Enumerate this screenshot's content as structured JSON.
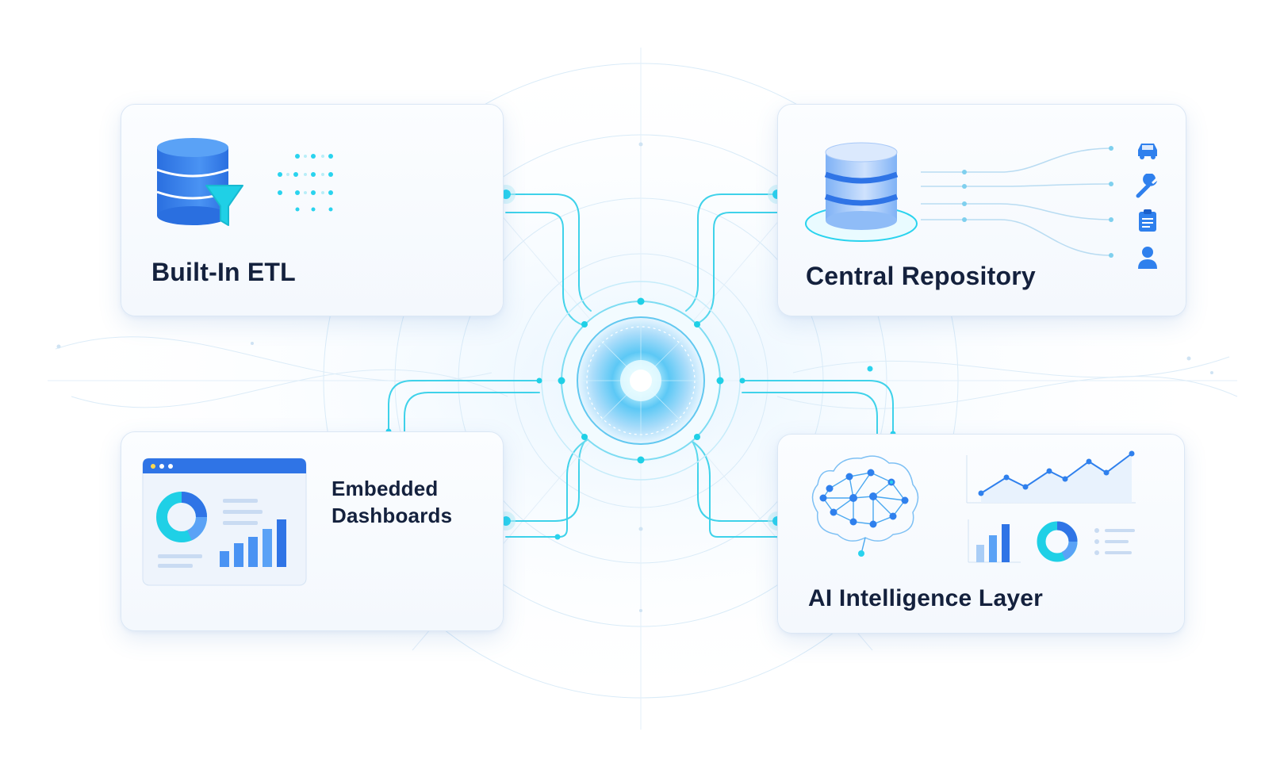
{
  "cards": {
    "etl": {
      "title": "Built-In ETL",
      "icons": [
        "database-icon",
        "filter-icon"
      ]
    },
    "repository": {
      "title": "Central Repository",
      "icons": [
        "database-icon",
        "car-icon",
        "wrench-icon",
        "clipboard-icon",
        "user-icon"
      ]
    },
    "dashboards": {
      "title_line1": "Embedded",
      "title_line2": "Dashboards",
      "icons": [
        "browser-window-icon",
        "donut-chart-icon",
        "bar-chart-icon"
      ]
    },
    "ai": {
      "title": "AI Intelligence Layer",
      "icons": [
        "brain-network-icon",
        "line-chart-icon",
        "bar-chart-icon",
        "donut-chart-icon"
      ]
    }
  },
  "hub": {
    "icon": "core-hub-icon"
  },
  "colors": {
    "accent": "#2f80ed",
    "cyan": "#1fd0e6",
    "text": "#14213d",
    "card_border": "#dbe7f5"
  }
}
